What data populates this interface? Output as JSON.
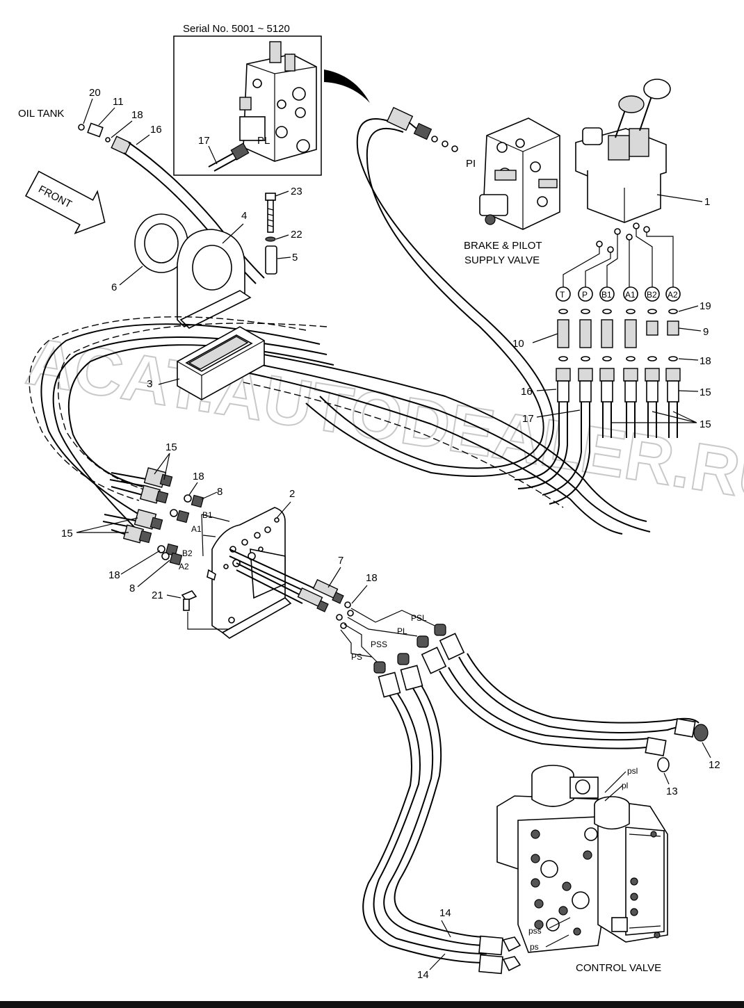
{
  "watermark": "ACAT.AUTODEALER.RU",
  "inset_title": "Serial No. 5001 ~ 5120",
  "labels": {
    "oil_tank": "OIL TANK",
    "front": "FRONT",
    "brake_valve_line1": "BRAKE & PILOT",
    "brake_valve_line2": "SUPPLY VALVE",
    "control_valve": "CONTROL VALVE",
    "pl_inset": "PL",
    "pi": "PI"
  },
  "ports": {
    "T": "T",
    "P": "P",
    "B1": "B1",
    "A1": "A1",
    "B2": "B2",
    "A2": "A2"
  },
  "plate_ports": {
    "b1": "B1",
    "a1": "A1",
    "b2": "B2",
    "a2": "A2",
    "psl": "PSL",
    "pl": "PL",
    "pss": "PSS",
    "ps": "PS"
  },
  "valve_ports": {
    "psl": "psl",
    "pl": "pl",
    "pss": "pss",
    "ps": "ps"
  },
  "part_numbers": {
    "n1": "1",
    "n2": "2",
    "n3": "3",
    "n4": "4",
    "n5": "5",
    "n6": "6",
    "n7": "7",
    "n8a": "8",
    "n8b": "8",
    "n9": "9",
    "n10": "10",
    "n11": "11",
    "n12": "12",
    "n13": "13",
    "n14a": "14",
    "n14b": "14",
    "n15a": "15",
    "n15b": "15",
    "n15c": "15",
    "n15d": "15",
    "n16a": "16",
    "n16b": "16",
    "n17a": "17",
    "n17b": "17",
    "n18a": "18",
    "n18b": "18",
    "n18c": "18",
    "n18d": "18",
    "n18e": "18",
    "n19": "19",
    "n20": "20",
    "n21": "21",
    "n22": "22",
    "n23": "23"
  },
  "colors": {
    "line": "#000000",
    "background": "#ffffff",
    "watermark": "#c8c8c8"
  }
}
